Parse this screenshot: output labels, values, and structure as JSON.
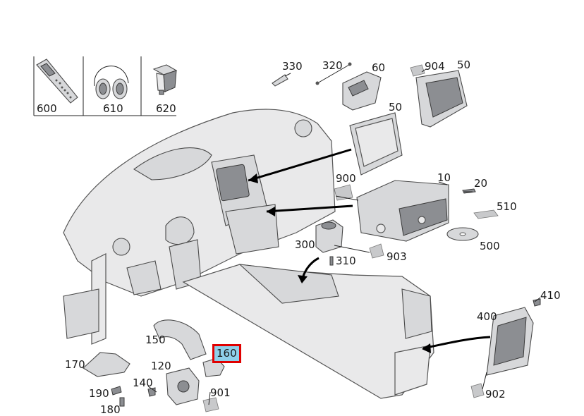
{
  "inset_labels": [
    "600",
    "610",
    "620"
  ],
  "callouts": {
    "c330": "330",
    "c320": "320",
    "c60": "60",
    "c904": "904",
    "c50a": "50",
    "c50b": "50",
    "c900": "900",
    "c10": "10",
    "c20": "20",
    "c510": "510",
    "c500": "500",
    "c300": "300",
    "c903": "903",
    "c310": "310",
    "c410": "410",
    "c400": "400",
    "c902": "902",
    "c150": "150",
    "c160": "160",
    "c170": "170",
    "c120": "120",
    "c140": "140",
    "c190": "190",
    "c180": "180",
    "c901": "901"
  },
  "highlight": {
    "part": "160",
    "fill": "#8fd0ea",
    "border": "#e00000"
  }
}
